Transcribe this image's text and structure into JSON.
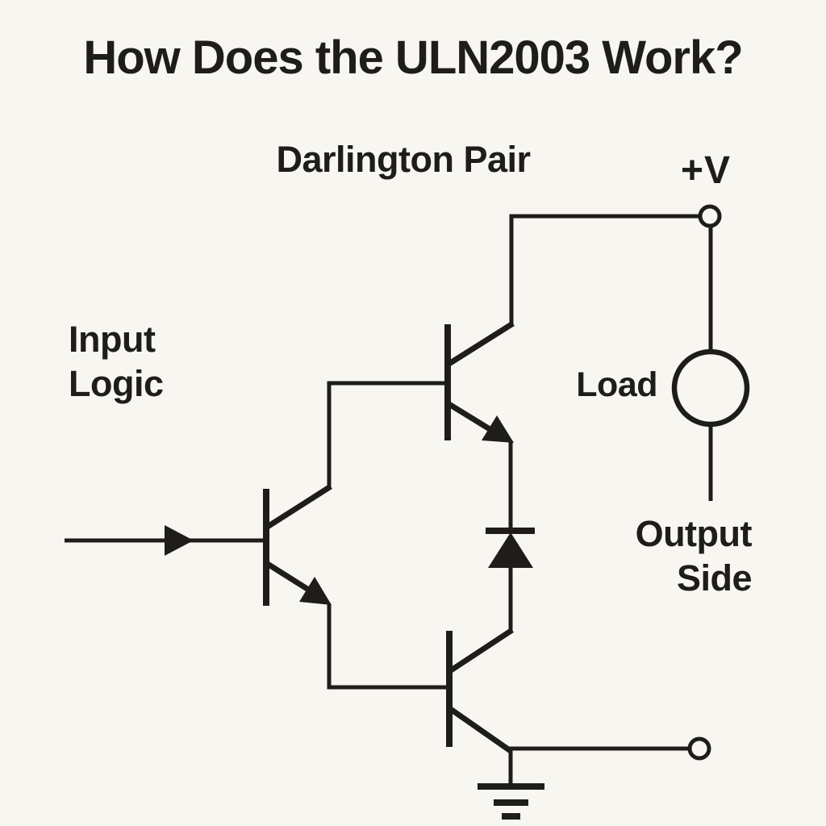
{
  "colors": {
    "background": "#f8f6f1",
    "ink": "#1e1d1b"
  },
  "title": "How Does the ULN2003 Work?",
  "labels": {
    "darlington_pair": "Darlington Pair",
    "supply": "+V",
    "input_line1": "Input",
    "input_line2": "Logic",
    "load": "Load",
    "output_line1": "Output",
    "output_line2": "Side"
  },
  "diagram": {
    "type": "circuit-schematic",
    "subject": "ULN2003 Darlington pair driver channel",
    "components": [
      "input-signal-arrow",
      "input-transistor",
      "darlington-upper-transistor",
      "darlington-lower-transistor",
      "flyback-diode",
      "supply-terminal",
      "load",
      "output-terminal",
      "ground"
    ]
  }
}
